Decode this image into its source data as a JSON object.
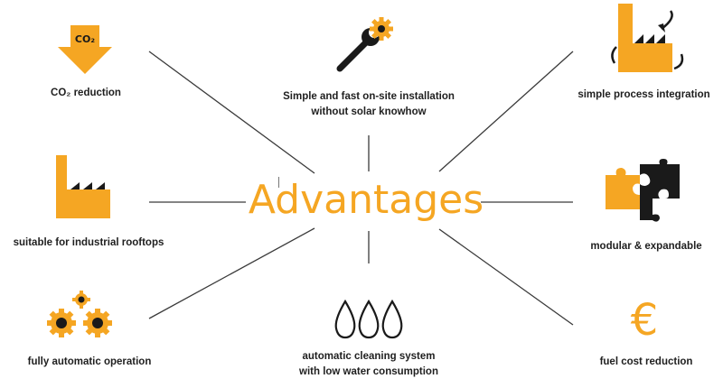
{
  "center": {
    "title": "Advantages"
  },
  "colors": {
    "accent": "#f5a623",
    "dark": "#1a1a1a",
    "line": "#333333"
  },
  "items": [
    {
      "id": "co2",
      "icon": "co2-down-arrow-icon",
      "icon_text": "CO₂",
      "label_lines": [
        "CO₂ reduction"
      ]
    },
    {
      "id": "install",
      "icon": "wrench-gear-icon",
      "label_lines": [
        "Simple and fast on-site installation",
        "without solar knowhow"
      ]
    },
    {
      "id": "process",
      "icon": "factory-cycle-icon",
      "label_lines": [
        "simple process integration"
      ]
    },
    {
      "id": "rooftop",
      "icon": "factory-icon",
      "label_lines": [
        "suitable for industrial rooftops"
      ]
    },
    {
      "id": "modular",
      "icon": "puzzle-icon",
      "label_lines": [
        "modular & expandable"
      ]
    },
    {
      "id": "auto",
      "icon": "gears-icon",
      "label_lines": [
        "fully automatic operation"
      ]
    },
    {
      "id": "cleaning",
      "icon": "water-drops-icon",
      "label_lines": [
        "automatic cleaning system",
        "with low water consumption"
      ]
    },
    {
      "id": "fuel",
      "icon": "euro-icon",
      "icon_text": "€",
      "label_lines": [
        "fuel cost reduction"
      ]
    }
  ]
}
